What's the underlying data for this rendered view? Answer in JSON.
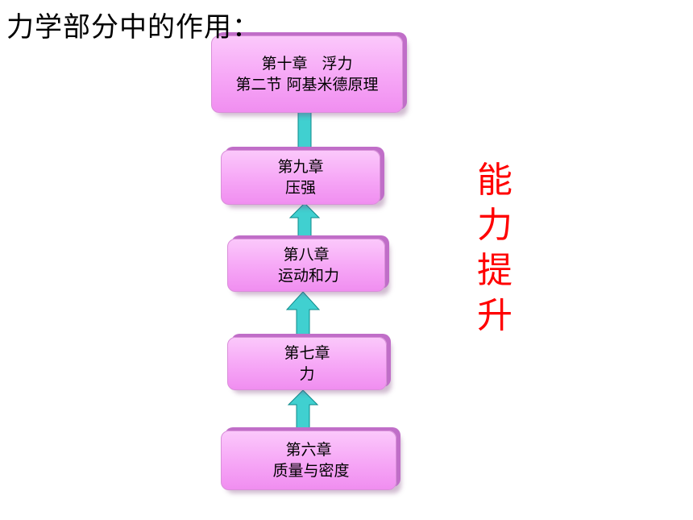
{
  "heading": "力学部分中的作用：",
  "chapters": [
    {
      "line1": "第十章   浮力",
      "line2": "第二节 阿基米德原理"
    },
    {
      "line1": "第九章",
      "line2": "压强"
    },
    {
      "line1": "第八章",
      "line2": " 运动和力"
    },
    {
      "line1": "第七章",
      "line2": "力"
    },
    {
      "line1": "第六章",
      "line2": " 质量与密度"
    }
  ],
  "side_label": [
    "能",
    "力",
    "提",
    "升"
  ],
  "colors": {
    "box_fill": "#f6a6f6",
    "connector": "#40d0d0",
    "side_label": "#ff0000"
  }
}
